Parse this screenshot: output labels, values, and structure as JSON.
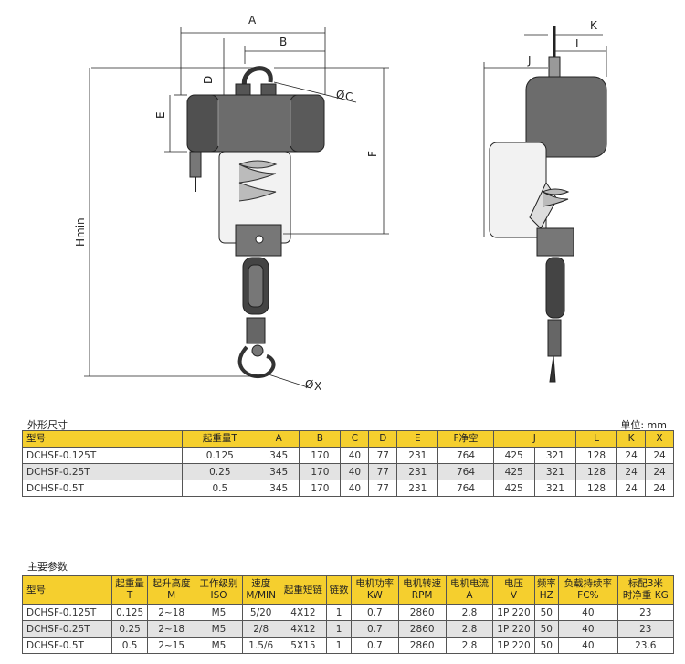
{
  "dimension_labels": {
    "A": "A",
    "B": "B",
    "C": "C",
    "D": "D",
    "E": "E",
    "F": "F",
    "Hmin": "Hmin",
    "X": "X",
    "J": "J",
    "K": "K",
    "L": "L",
    "diameter_symbol": "Ø"
  },
  "dimensions_table": {
    "title": "外形尺寸",
    "unit_label": "单位: mm",
    "headers": [
      "型号",
      "起重量T",
      "A",
      "B",
      "C",
      "D",
      "E",
      "F净空",
      "J",
      "L",
      "K",
      "X"
    ],
    "rows": [
      [
        "DCHSF-0.125T",
        "0.125",
        "345",
        "170",
        "40",
        "77",
        "231",
        "764",
        "425",
        "321",
        "128",
        "24",
        "24"
      ],
      [
        "DCHSF-0.25T",
        "0.25",
        "345",
        "170",
        "40",
        "77",
        "231",
        "764",
        "425",
        "321",
        "128",
        "24",
        "24"
      ],
      [
        "DCHSF-0.5T",
        "0.5",
        "345",
        "170",
        "40",
        "77",
        "231",
        "764",
        "425",
        "321",
        "128",
        "24",
        "24"
      ]
    ]
  },
  "params_table": {
    "title": "主要参数",
    "headers": [
      [
        "型号",
        ""
      ],
      [
        "起重量",
        "T"
      ],
      [
        "起升高度",
        "M"
      ],
      [
        "工作级别",
        "ISO"
      ],
      [
        "速度",
        "M/MIN"
      ],
      [
        "起重短链",
        ""
      ],
      [
        "链数",
        ""
      ],
      [
        "电机功率",
        "KW"
      ],
      [
        "电机转速",
        "RPM"
      ],
      [
        "电机电流",
        "A"
      ],
      [
        "电压",
        "V"
      ],
      [
        "频率",
        "HZ"
      ],
      [
        "负载持续率",
        "FC%"
      ],
      [
        "标配3米",
        "时净重 KG"
      ]
    ],
    "rows": [
      [
        "DCHSF-0.125T",
        "0.125",
        "2~18",
        "M5",
        "5/20",
        "4X12",
        "1",
        "0.7",
        "2860",
        "2.8",
        "1P 220",
        "50",
        "40",
        "23"
      ],
      [
        "DCHSF-0.25T",
        "0.25",
        "2~18",
        "M5",
        "2/8",
        "4X12",
        "1",
        "0.7",
        "2860",
        "2.8",
        "1P 220",
        "50",
        "40",
        "23"
      ],
      [
        "DCHSF-0.5T",
        "0.5",
        "2~15",
        "M5",
        "1.5/6",
        "5X15",
        "1",
        "0.7",
        "2860",
        "2.8",
        "1P 220",
        "50",
        "40",
        "23.6"
      ]
    ]
  }
}
